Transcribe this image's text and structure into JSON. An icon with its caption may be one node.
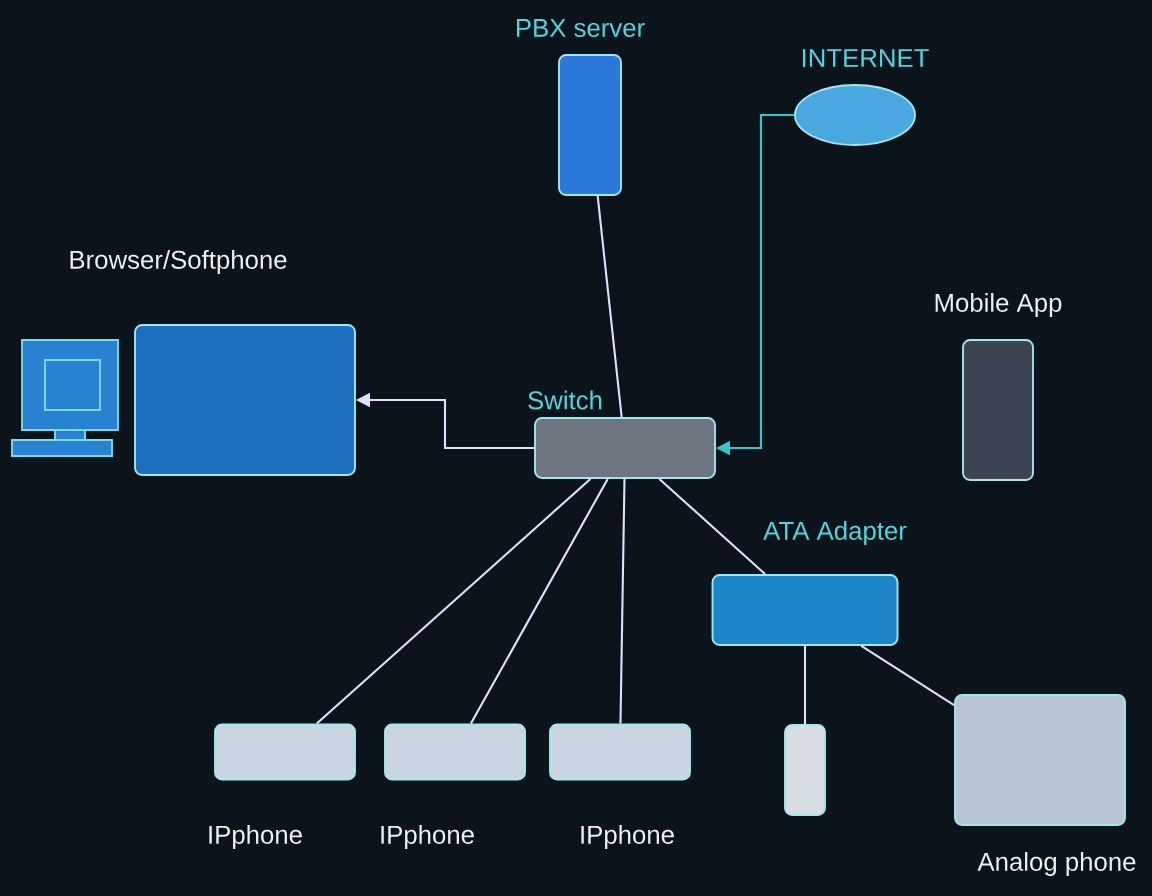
{
  "diagram": {
    "nodes": [
      {
        "text": [
          "PBX server"
        ]
      },
      {
        "text": [
          "INTERNET"
        ]
      },
      {
        "text": [
          "Browser/Softphone"
        ]
      },
      {
        "text": [
          "Switch"
        ]
      },
      {
        "text": [
          "Mobile App"
        ]
      },
      {
        "text": [
          "ATA Adapter"
        ]
      },
      {
        "text": [
          "IPphone"
        ]
      },
      {
        "text": [
          "IPphone"
        ]
      },
      {
        "text": [
          "IPphone"
        ]
      },
      {
        "text": [],
        "shape": "box"
      },
      {
        "text": [
          "Analog phone"
        ]
      }
    ],
    "edges": [
      {
        "from": 0,
        "to": 3,
        "arrow": "none"
      },
      {
        "from": 1,
        "to": 3,
        "arrow": "to",
        "color": "#33c6cf"
      },
      {
        "from": 3,
        "to": 2,
        "arrow": "to"
      },
      {
        "from": 3,
        "to": 6,
        "arrow": "none"
      },
      {
        "from": 3,
        "to": 7,
        "arrow": "none"
      },
      {
        "from": 3,
        "to": 8,
        "arrow": "none"
      },
      {
        "from": 5,
        "to": 3,
        "arrow": "none"
      },
      {
        "from": 5,
        "to": 9,
        "arrow": "none"
      },
      {
        "from": 5,
        "to": 10,
        "arrow": "none"
      }
    ]
  }
}
